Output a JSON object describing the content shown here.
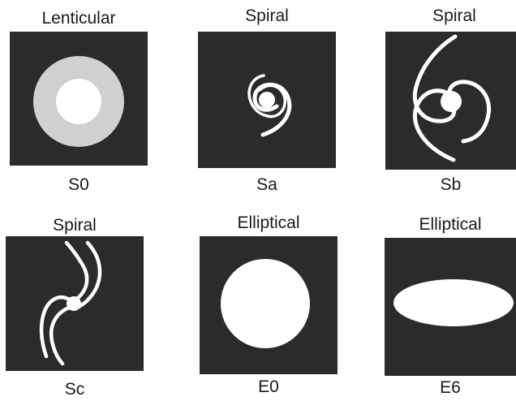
{
  "panels": [
    {
      "title": "Lenticular",
      "code": "S0"
    },
    {
      "title": "Spiral",
      "code": "Sa"
    },
    {
      "title": "Spiral",
      "code": "Sb"
    },
    {
      "title": "Spiral",
      "code": "Sc"
    },
    {
      "title": "Elliptical",
      "code": "E0"
    },
    {
      "title": "Elliptical",
      "code": "E6"
    }
  ],
  "colors": {
    "panel": "#2b2b2b",
    "galaxy": "#ffffff",
    "disk": "#d0d0d0"
  }
}
